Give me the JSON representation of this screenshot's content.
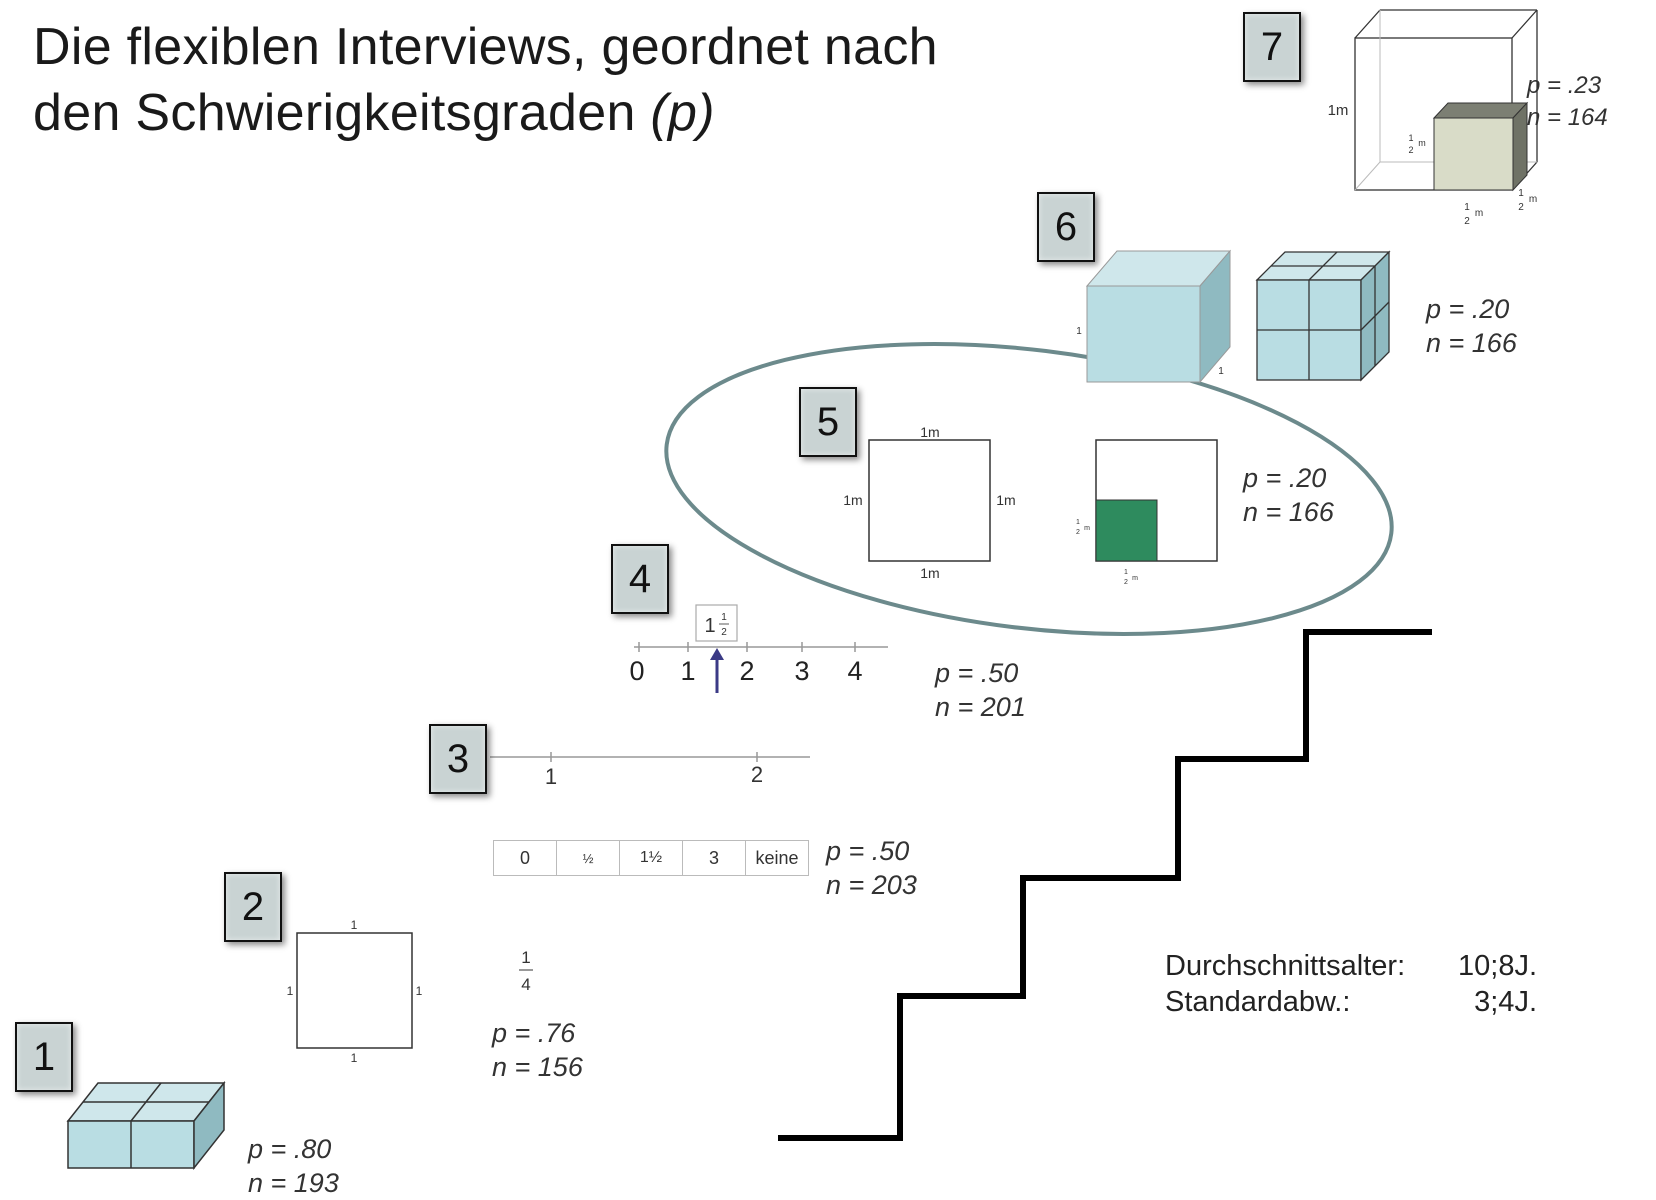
{
  "title": {
    "line1": "Die flexiblen Interviews, geordnet nach",
    "line2_text": "den Schwierigkeitsgraden ",
    "line2_italic": "(p)"
  },
  "steps": [
    {
      "number": "1",
      "p": "p = .80",
      "n": "n = 193"
    },
    {
      "number": "2",
      "p": "p = .76",
      "n": "n = 156"
    },
    {
      "number": "3",
      "p": "p = .50",
      "n": "n = 203"
    },
    {
      "number": "4",
      "p": "p = .50",
      "n": "n = 201"
    },
    {
      "number": "5",
      "p": "p = .20",
      "n": "n = 166"
    },
    {
      "number": "6",
      "p": "p = .20",
      "n": "n = 166"
    },
    {
      "number": "7",
      "p": "p = .23",
      "n": "n = 164"
    }
  ],
  "item2": {
    "side_label": "1",
    "fraction_num": "1",
    "fraction_den": "4"
  },
  "item3": {
    "axis_labels": [
      "1",
      "2"
    ],
    "choices": [
      "0",
      "½",
      "1½",
      "3",
      "keine"
    ]
  },
  "item4": {
    "axis_labels": [
      "0",
      "1",
      "2",
      "3",
      "4"
    ],
    "callout_whole": "1",
    "callout_num": "1",
    "callout_den": "2"
  },
  "item5": {
    "side_label": "1m",
    "half_label": "m",
    "half_num": "1",
    "half_den": "2"
  },
  "item6": {
    "side_label": "1"
  },
  "item7": {
    "side_label": "1m",
    "half_label": "m",
    "half_num": "1",
    "half_den": "2"
  },
  "age": {
    "avg_label": "Durchschnittsalter:",
    "avg_value": "10;8J.",
    "sd_label": "Standardabw.:",
    "sd_value": "3;4J."
  },
  "colors": {
    "cube_fill": "#b9dde3",
    "cube_top": "#cfe7eb",
    "cube_side": "#8fbac1",
    "green_square": "#2e8b5e",
    "inner_cube_front": "#d9dcc8",
    "inner_cube_top": "#7c7f73",
    "ellipse": "#6c8a8c",
    "box_fill": "#c9d3d3"
  }
}
